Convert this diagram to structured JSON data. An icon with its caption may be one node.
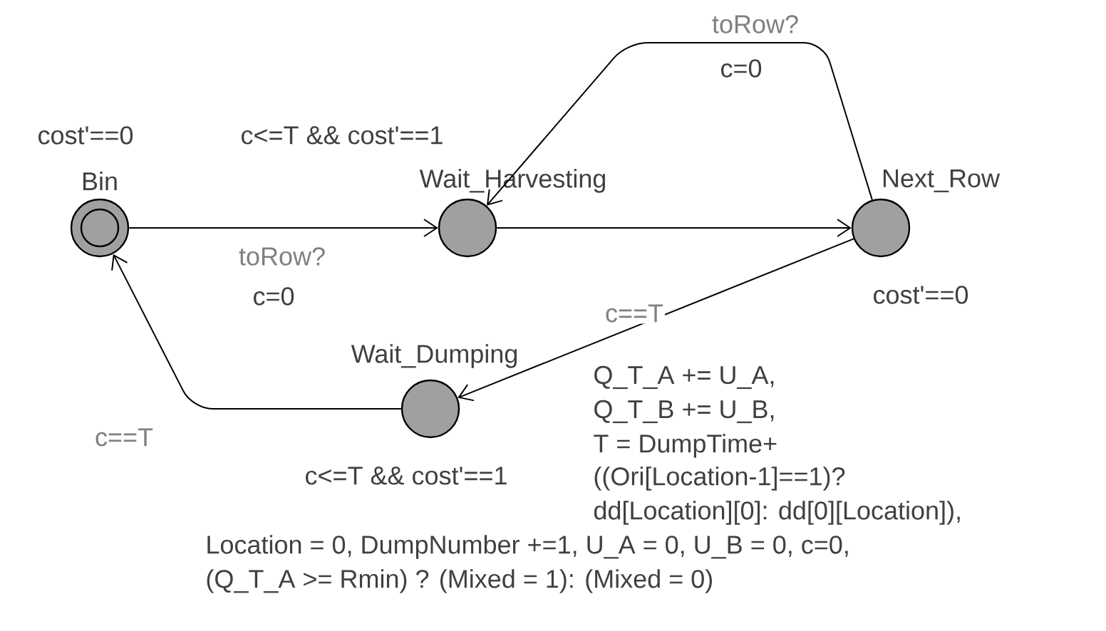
{
  "diagram": {
    "nodes": [
      {
        "text": [
          "Bin"
        ],
        "beside": [
          "cost'==0"
        ]
      },
      {
        "text": [
          "Wait_Harvesting"
        ],
        "beside": [
          "c<=T && cost'==1"
        ]
      },
      {
        "text": [
          "Next_Row"
        ],
        "beside": [
          "cost'==0"
        ]
      },
      {
        "text": [
          "Wait_Dumping"
        ],
        "beside": [
          "c<=T && cost'==1"
        ]
      }
    ],
    "edges": [
      {
        "from": 0,
        "to": 1,
        "arrow": "to",
        "label": "toRow?"
      },
      {
        "from": 1,
        "to": 2,
        "arrow": "to"
      },
      {
        "from": 2,
        "to": 1,
        "arrow": "to",
        "label": "toRow?"
      },
      {
        "from": 2,
        "to": 3,
        "arrow": "to",
        "label": "c==T"
      },
      {
        "from": 3,
        "to": 0,
        "arrow": "to",
        "label": "c==T"
      }
    ],
    "labels": [
      "c=0",
      "c=0",
      "Q_T_A += U_A,",
      "Q_T_B += U_B,",
      "T = DumpTime+",
      "((Ori[Location-1]==1)?",
      "dd[Location][0]: dd[0][Location]),",
      "Location = 0, DumpNumber +=1, U_A = 0, U_B = 0, c=0,",
      "(Q_T_A >= Rmin) ? (Mixed = 1): (Mixed = 0)"
    ]
  }
}
